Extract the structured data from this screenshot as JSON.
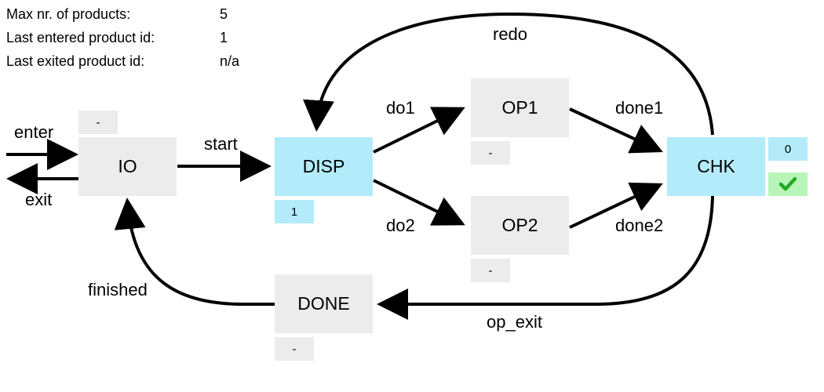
{
  "info": [
    {
      "label": "Max nr. of products:",
      "value": "5"
    },
    {
      "label": "Last entered product id:",
      "value": "1"
    },
    {
      "label": "Last exited product id:",
      "value": "n/a"
    }
  ],
  "nodes": {
    "io": {
      "label": "IO",
      "badge": "-"
    },
    "disp": {
      "label": "DISP",
      "badge": "1"
    },
    "op1": {
      "label": "OP1",
      "badge": "-"
    },
    "op2": {
      "label": "OP2",
      "badge": "-"
    },
    "chk": {
      "label": "CHK",
      "badge": "0",
      "status_icon": "check-icon",
      "status_color": "#22aa22"
    },
    "done": {
      "label": "DONE",
      "badge": "-"
    }
  },
  "edges": {
    "enter": "enter",
    "exit": "exit",
    "start": "start",
    "do1": "do1",
    "do2": "do2",
    "done1": "done1",
    "done2": "done2",
    "redo": "redo",
    "op_exit": "op_exit",
    "finished": "finished"
  },
  "colors": {
    "active_node": "#b3ebfb",
    "idle_node": "#ececec",
    "ok_badge": "#b8f5b8"
  }
}
